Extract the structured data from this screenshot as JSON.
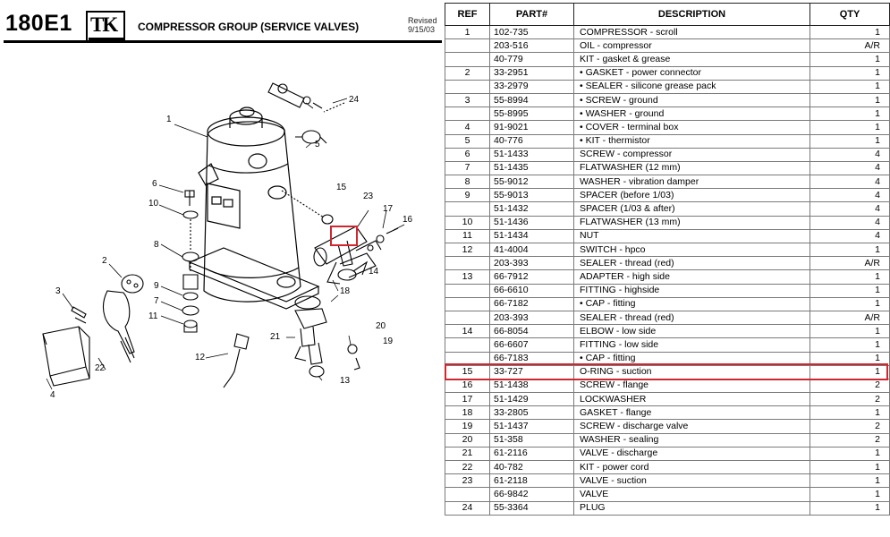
{
  "header": {
    "model": "180E1",
    "logo_text": "TK",
    "title": "COMPRESSOR GROUP (SERVICE VALVES)",
    "revised_label": "Revised",
    "revised_date": "9/15/03"
  },
  "diagram": {
    "highlighted_callout": "15",
    "callouts": [
      "1",
      "2",
      "3",
      "4",
      "5",
      "6",
      "7",
      "8",
      "9",
      "10",
      "11",
      "12",
      "13",
      "14",
      "15",
      "16",
      "17",
      "18",
      "19",
      "20",
      "21",
      "22",
      "23",
      "24"
    ]
  },
  "table": {
    "headers": [
      "REF",
      "PART#",
      "DESCRIPTION",
      "QTY"
    ],
    "highlight_ref": "15",
    "rows": [
      {
        "ref": "1",
        "part": "102-735",
        "desc": "COMPRESSOR - scroll",
        "qty": "1"
      },
      {
        "ref": "",
        "part": "203-516",
        "desc": "OIL - compressor",
        "qty": "A/R"
      },
      {
        "ref": "",
        "part": "40-779",
        "desc": "KIT - gasket & grease",
        "qty": "1"
      },
      {
        "ref": "2",
        "part": "33-2951",
        "desc": "• GASKET - power connector",
        "qty": "1"
      },
      {
        "ref": "",
        "part": "33-2979",
        "desc": "• SEALER - silicone grease pack",
        "qty": "1"
      },
      {
        "ref": "3",
        "part": "55-8994",
        "desc": "• SCREW - ground",
        "qty": "1"
      },
      {
        "ref": "",
        "part": "55-8995",
        "desc": "• WASHER - ground",
        "qty": "1"
      },
      {
        "ref": "4",
        "part": "91-9021",
        "desc": "• COVER - terminal box",
        "qty": "1"
      },
      {
        "ref": "5",
        "part": "40-776",
        "desc": "• KIT - thermistor",
        "qty": "1"
      },
      {
        "ref": "6",
        "part": "51-1433",
        "desc": "SCREW - compressor",
        "qty": "4"
      },
      {
        "ref": "7",
        "part": "51-1435",
        "desc": "FLATWASHER (12 mm)",
        "qty": "4"
      },
      {
        "ref": "8",
        "part": "55-9012",
        "desc": "WASHER - vibration damper",
        "qty": "4"
      },
      {
        "ref": "9",
        "part": "55-9013",
        "desc": "SPACER (before 1/03)",
        "qty": "4"
      },
      {
        "ref": "",
        "part": "51-1432",
        "desc": "SPACER (1/03 & after)",
        "qty": "4"
      },
      {
        "ref": "10",
        "part": "51-1436",
        "desc": "FLATWASHER (13 mm)",
        "qty": "4"
      },
      {
        "ref": "11",
        "part": "51-1434",
        "desc": "NUT",
        "qty": "4"
      },
      {
        "ref": "12",
        "part": "41-4004",
        "desc": "SWITCH - hpco",
        "qty": "1"
      },
      {
        "ref": "",
        "part": "203-393",
        "desc": "SEALER - thread (red)",
        "qty": "A/R"
      },
      {
        "ref": "13",
        "part": "66-7912",
        "desc": "ADAPTER - high side",
        "qty": "1"
      },
      {
        "ref": "",
        "part": "66-6610",
        "desc": "FITTING - highside",
        "qty": "1"
      },
      {
        "ref": "",
        "part": "66-7182",
        "desc": "• CAP - fitting",
        "qty": "1"
      },
      {
        "ref": "",
        "part": "203-393",
        "desc": "SEALER - thread (red)",
        "qty": "A/R"
      },
      {
        "ref": "14",
        "part": "66-8054",
        "desc": "ELBOW - low side",
        "qty": "1"
      },
      {
        "ref": "",
        "part": "66-6607",
        "desc": "FITTING - low side",
        "qty": "1"
      },
      {
        "ref": "",
        "part": "66-7183",
        "desc": "• CAP - fitting",
        "qty": "1"
      },
      {
        "ref": "15",
        "part": "33-727",
        "desc": "O-RING - suction",
        "qty": "1"
      },
      {
        "ref": "16",
        "part": "51-1438",
        "desc": "SCREW - flange",
        "qty": "2"
      },
      {
        "ref": "17",
        "part": "51-1429",
        "desc": "LOCKWASHER",
        "qty": "2"
      },
      {
        "ref": "18",
        "part": "33-2805",
        "desc": "GASKET - flange",
        "qty": "1"
      },
      {
        "ref": "19",
        "part": "51-1437",
        "desc": "SCREW - discharge valve",
        "qty": "2"
      },
      {
        "ref": "20",
        "part": "51-358",
        "desc": "WASHER - sealing",
        "qty": "2"
      },
      {
        "ref": "21",
        "part": "61-2116",
        "desc": "VALVE - discharge",
        "qty": "1"
      },
      {
        "ref": "22",
        "part": "40-782",
        "desc": "KIT - power cord",
        "qty": "1"
      },
      {
        "ref": "23",
        "part": "61-2118",
        "desc": "VALVE - suction",
        "qty": "1"
      },
      {
        "ref": "",
        "part": "66-9842",
        "desc": "VALVE",
        "qty": "1"
      },
      {
        "ref": "24",
        "part": "55-3364",
        "desc": "PLUG",
        "qty": "1"
      }
    ]
  },
  "colors": {
    "highlight": "#d0262f",
    "line": "#000000",
    "border": "#7a7a7a"
  }
}
